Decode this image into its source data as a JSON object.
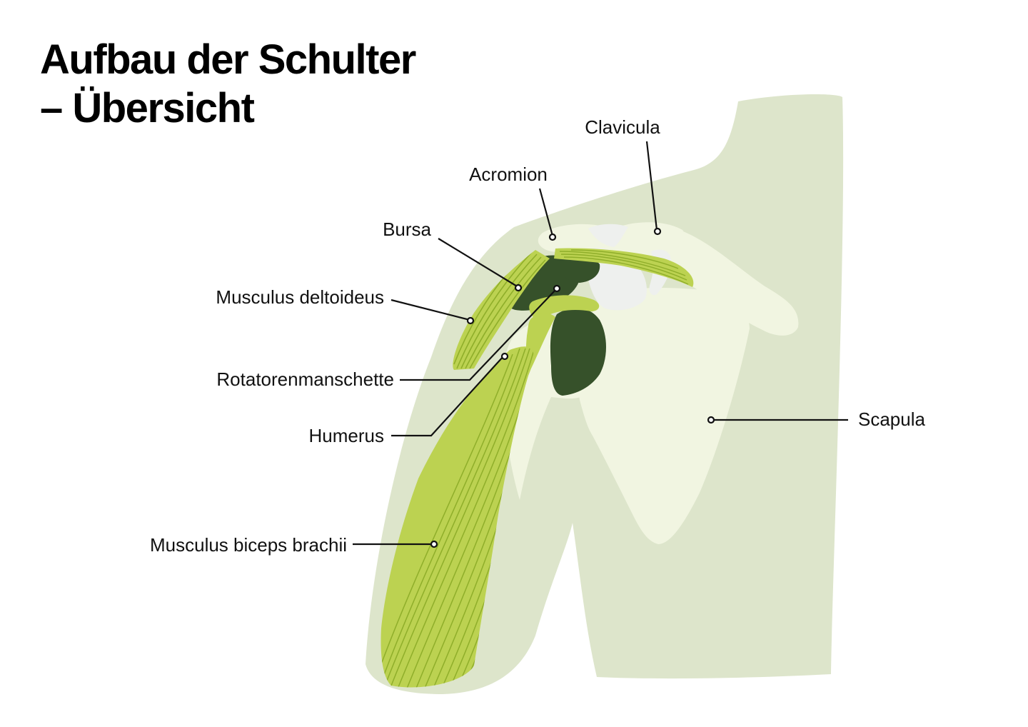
{
  "title": {
    "line1": "Aufbau der Schulter",
    "line2": "– Übersicht"
  },
  "labels": {
    "clavicula": "Clavicula",
    "acromion": "Acromion",
    "bursa": "Bursa",
    "deltoideus": "Musculus deltoideus",
    "rotatorenmanschette": "Rotatorenmanschette",
    "humerus": "Humerus",
    "biceps": "Musculus biceps brachii",
    "scapula": "Scapula"
  },
  "colors": {
    "body_background": "#dde5cb",
    "bone": "#f1f5e1",
    "cartilage": "#eef0ee",
    "muscle_light": "#bcd251",
    "muscle_fiber": "#8fae2a",
    "muscle_dark": "#36512a",
    "text": "#111111"
  }
}
